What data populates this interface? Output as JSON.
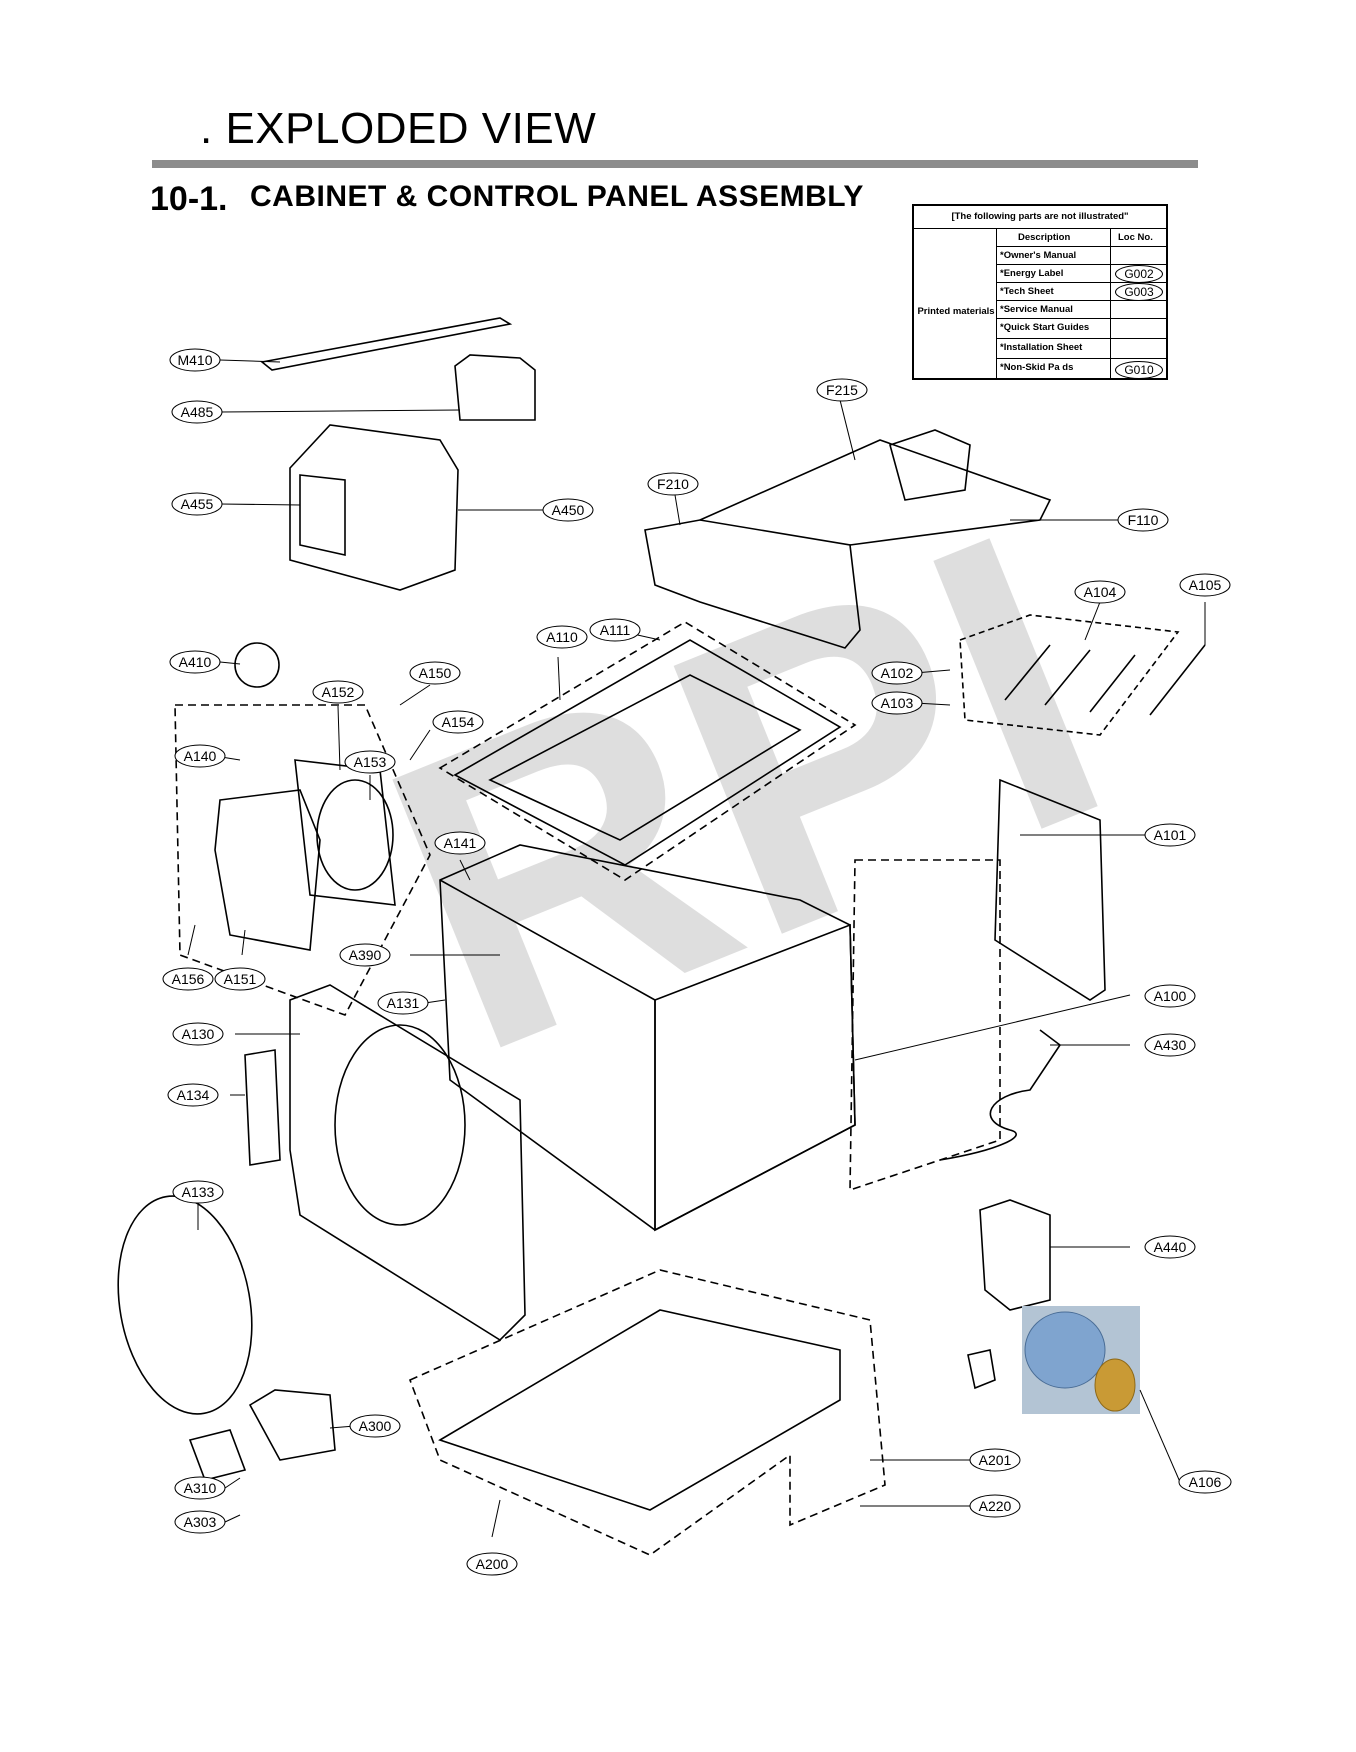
{
  "header": {
    "title": ". EXPLODED VIEW",
    "section_number": "10-1.",
    "section_title": "CABINET  & CONTROL PANEL ASSEMBLY"
  },
  "not_illustrated_table": {
    "heading": "[The following parts are not illustrated\"",
    "col_description": "Description",
    "col_loc": "Loc No.",
    "group": "Printed materials",
    "rows": [
      {
        "description": "*Owner's Manual",
        "loc": ""
      },
      {
        "description": "*Energy Label",
        "loc": "G002"
      },
      {
        "description": "*Tech Sheet",
        "loc": "G003"
      },
      {
        "description": "*Service Manual",
        "loc": ""
      },
      {
        "description": "*Quick Start Guides",
        "loc": ""
      },
      {
        "description": "*Installation Sheet",
        "loc": ""
      },
      {
        "description": "*Non-Skid Pa ds",
        "loc": "G010"
      }
    ]
  },
  "watermark": "RPI",
  "callouts": [
    "M410",
    "A485",
    "A455",
    "A450",
    "F215",
    "F210",
    "F110",
    "A104",
    "A105",
    "A410",
    "A152",
    "A150",
    "A110",
    "A111",
    "A102",
    "A103",
    "A154",
    "A140",
    "A153",
    "A141",
    "A101",
    "A390",
    "A156",
    "A151",
    "A131",
    "A100",
    "A130",
    "A430",
    "A134",
    "A133",
    "A440",
    "A300",
    "A201",
    "A106",
    "A310",
    "A220",
    "A303",
    "A200"
  ]
}
